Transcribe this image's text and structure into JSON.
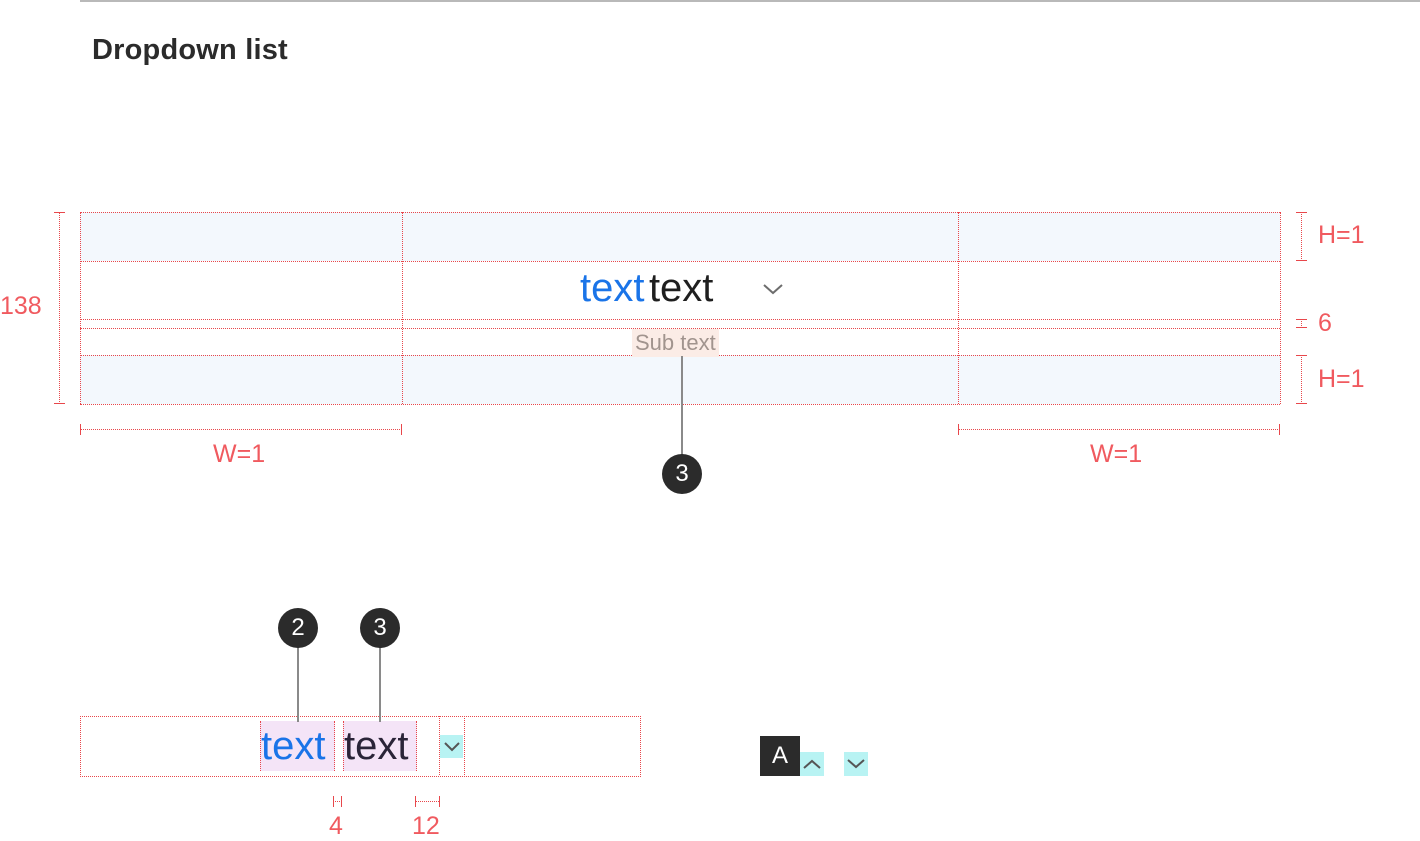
{
  "title": "Dropdown list",
  "top_spec": {
    "primary_text": "text",
    "secondary_text": "text",
    "sub_text": "Sub text",
    "height_label": "138",
    "band_top_label": "H=1",
    "gap_label": "6",
    "band_bottom_label": "H=1",
    "width_left_label": "W=1",
    "width_right_label": "W=1",
    "callout": "3",
    "chevron_icon": "chevron-down-icon"
  },
  "bottom_spec": {
    "primary_text": "text",
    "secondary_text": "text",
    "callout_primary": "2",
    "callout_secondary": "3",
    "spacing_label": "4",
    "icon_gap_label": "12",
    "chevron_icon": "chevron-down-icon"
  },
  "legend": {
    "badge": "A",
    "icons": [
      "chevron-up-icon",
      "chevron-down-icon"
    ]
  },
  "colors": {
    "primary_text": "#1a74e8",
    "spec_red": "#f05a5f",
    "band": "#f3f8fd",
    "highlight_pink": "#f4e4f7",
    "highlight_cyan": "#b8f3f3"
  }
}
